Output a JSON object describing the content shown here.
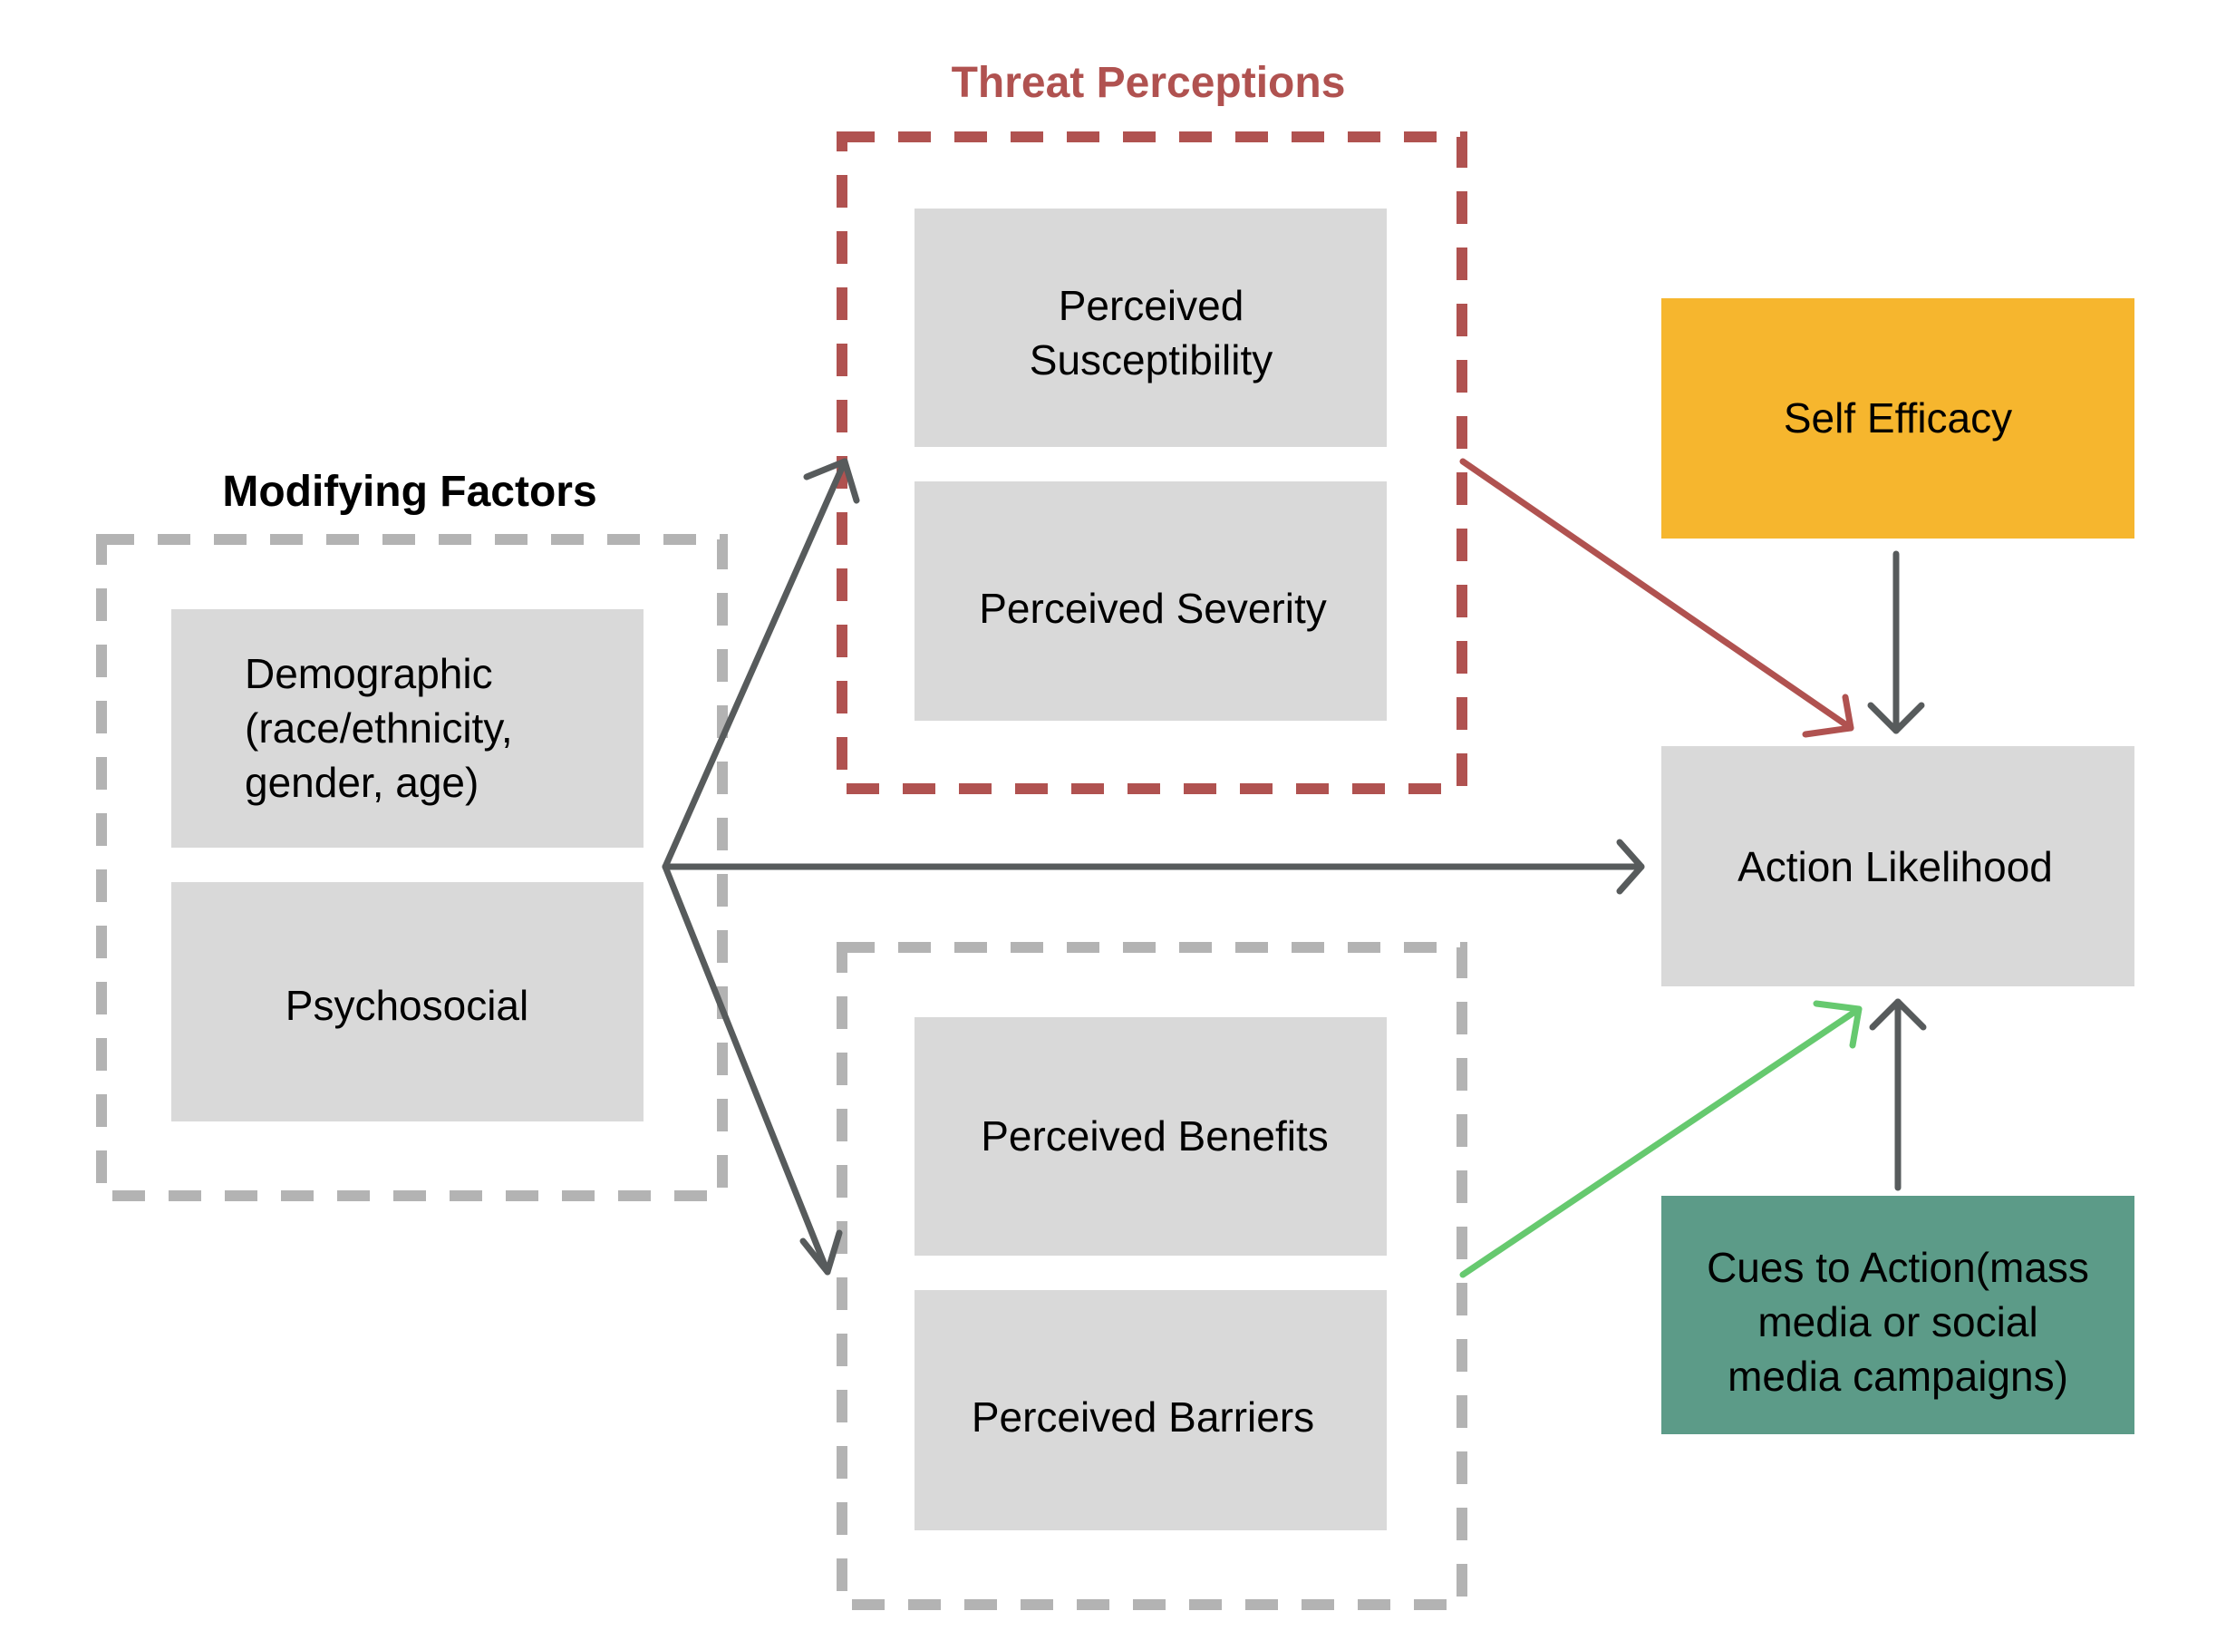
{
  "colors": {
    "threat": "#B05250",
    "neutral_arrow": "#575B5C",
    "box_fill": "#D9D9D9",
    "dash_gray": "#B3B3B3",
    "self_efficacy": "#F6B62E",
    "cues": "#5C9B88",
    "benefit_arrow": "#66C96F",
    "text": "#000000"
  },
  "groups": {
    "threat": {
      "title": "Threat Perceptions"
    },
    "modifying": {
      "title": "Modifying Factors"
    },
    "expectations": {
      "title": ""
    }
  },
  "nodes": {
    "susceptibility": {
      "lines": [
        "Perceived",
        "Susceptibility"
      ]
    },
    "severity": {
      "lines": [
        "Perceived Severity"
      ]
    },
    "demographic": {
      "lines": [
        "Demographic",
        "(race/ethnicity,",
        "gender, age)"
      ]
    },
    "psychosocial": {
      "lines": [
        "Psychosocial"
      ]
    },
    "benefits": {
      "lines": [
        "Perceived Benefits"
      ]
    },
    "barriers": {
      "lines": [
        "Perceived Barriers"
      ]
    },
    "self_efficacy": {
      "lines": [
        "Self Efficacy"
      ]
    },
    "action_likelihood": {
      "lines": [
        "Action Likelihood"
      ]
    },
    "cues": {
      "lines": [
        "Cues to Action(mass",
        "media or social",
        "media campaigns)"
      ]
    }
  },
  "edges": [
    {
      "from": "modifying",
      "to": "threat",
      "color": "neutral_arrow"
    },
    {
      "from": "modifying",
      "to": "action_likelihood",
      "color": "neutral_arrow"
    },
    {
      "from": "modifying",
      "to": "expectations",
      "color": "neutral_arrow"
    },
    {
      "from": "threat",
      "to": "action_likelihood",
      "color": "threat"
    },
    {
      "from": "self_efficacy",
      "to": "action_likelihood",
      "color": "neutral_arrow"
    },
    {
      "from": "expectations",
      "to": "action_likelihood",
      "color": "benefit_arrow"
    },
    {
      "from": "cues",
      "to": "action_likelihood",
      "color": "neutral_arrow"
    }
  ]
}
